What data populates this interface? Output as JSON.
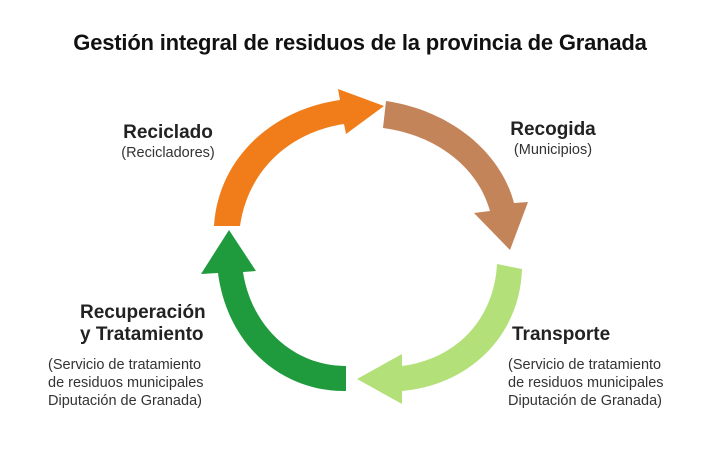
{
  "title": "Gestión integral de residuos de la provincia de Granada",
  "stages": {
    "reciclado": {
      "name": "Reciclado",
      "detail": [
        "(Recicladores)"
      ],
      "color": "#f07d1a"
    },
    "recogida": {
      "name": "Recogida",
      "detail": [
        "(Municipios)"
      ],
      "color": "#c4845a"
    },
    "transporte": {
      "name": "Transporte",
      "detail": [
        "(Servicio de tratamiento",
        "de residuos municipales",
        "Diputación de Granada)"
      ],
      "color": "#b4e07a"
    },
    "recuperacion": {
      "name": [
        "Recuperación",
        "y Tratamiento"
      ],
      "detail": [
        "(Servicio de tratamiento",
        "de residuos municipales",
        "Diputación de Granada)"
      ],
      "color": "#1f9a3c"
    }
  }
}
